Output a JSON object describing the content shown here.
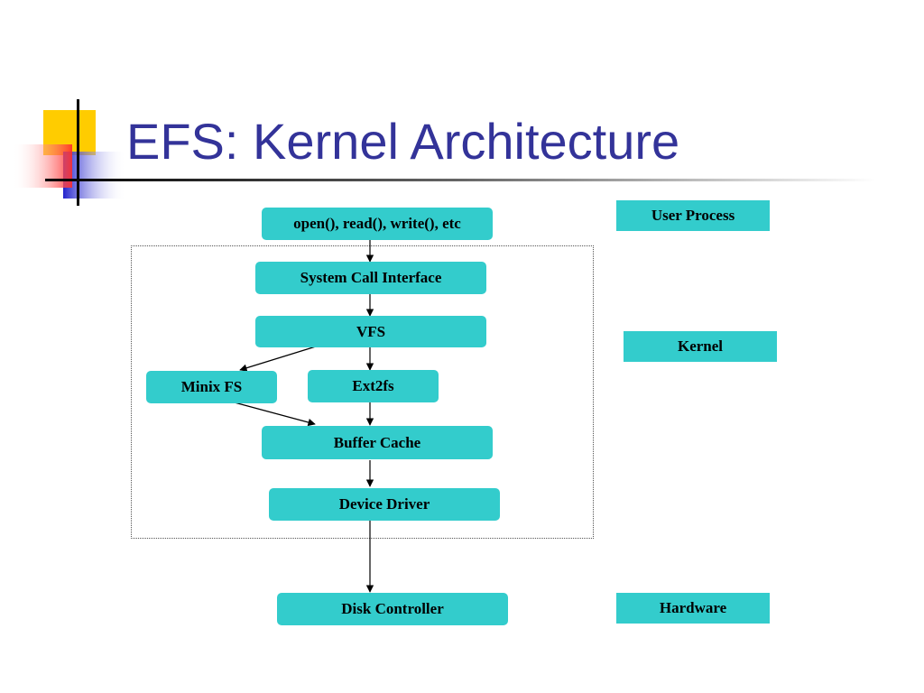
{
  "slide": {
    "title": "EFS: Kernel Architecture"
  },
  "diagram": {
    "nodes": {
      "syscalls": "open(), read(), write(), etc",
      "sci": "System Call Interface",
      "vfs": "VFS",
      "minix": "Minix FS",
      "ext2": "Ext2fs",
      "buffer": "Buffer Cache",
      "driver": "Device Driver",
      "disk": "Disk Controller"
    },
    "layers": {
      "user": "User Process",
      "kernel": "Kernel",
      "hardware": "Hardware"
    },
    "edges": [
      [
        "syscalls",
        "sci"
      ],
      [
        "sci",
        "vfs"
      ],
      [
        "vfs",
        "minix"
      ],
      [
        "vfs",
        "ext2"
      ],
      [
        "minix",
        "buffer"
      ],
      [
        "ext2",
        "buffer"
      ],
      [
        "buffer",
        "driver"
      ],
      [
        "driver",
        "disk"
      ]
    ]
  },
  "colors": {
    "title": "#333399",
    "box": "#33cccc",
    "arrow": "#000000"
  }
}
